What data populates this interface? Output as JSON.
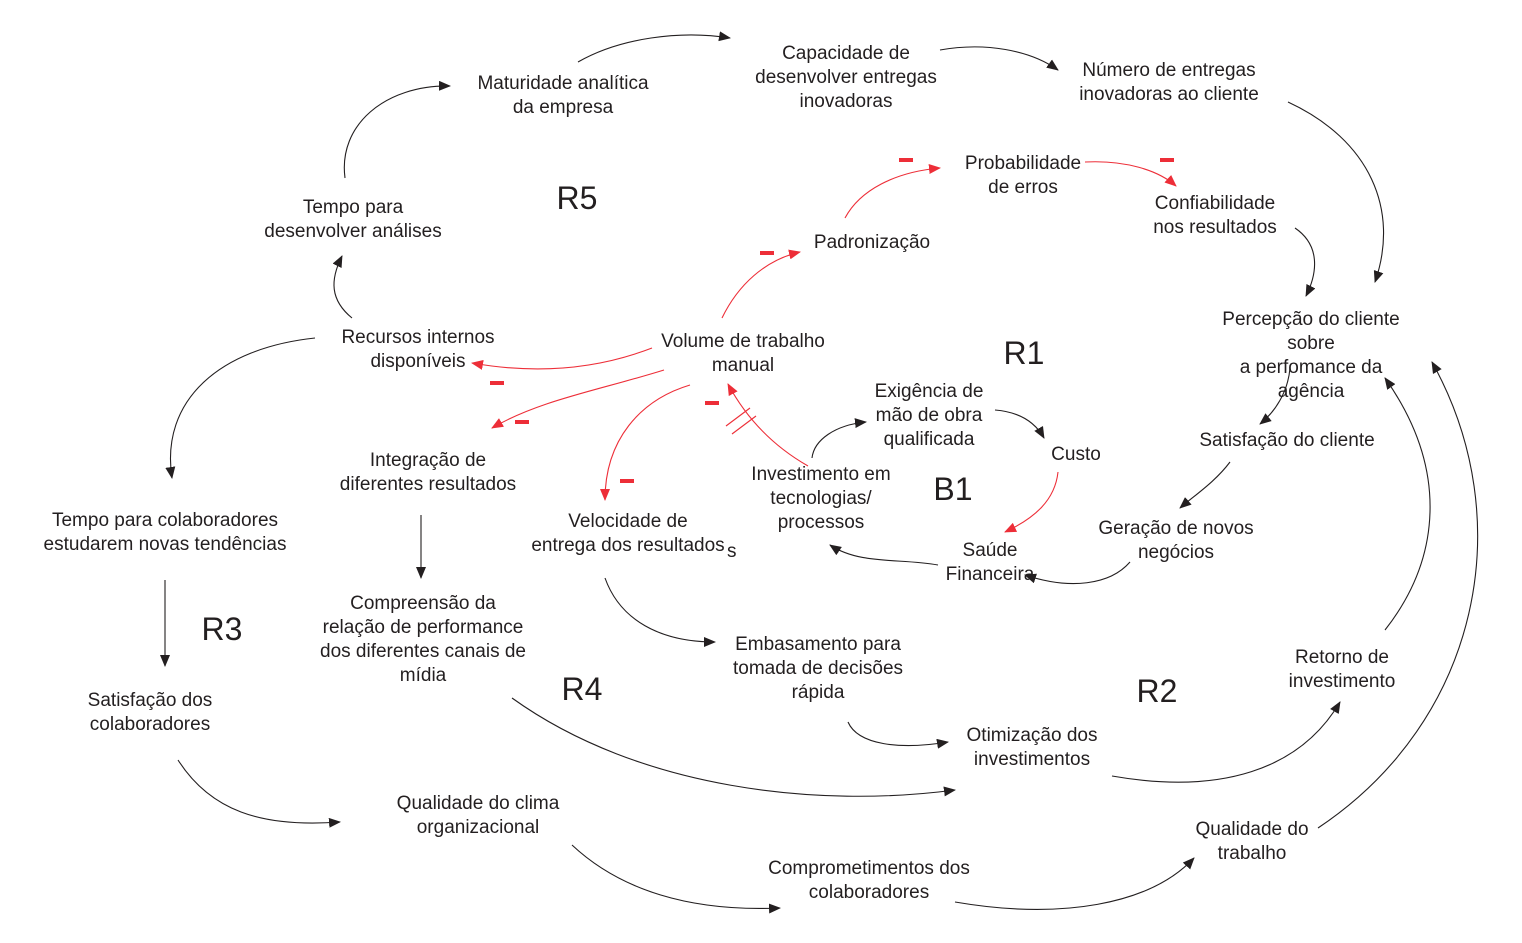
{
  "variables": {
    "maturidade": "Maturidade analítica\nda empresa",
    "capacidade": "Capacidade de\ndesenvolver entregas\ninovadoras",
    "numero_entregas": "Número de entregas\ninovadoras ao cliente",
    "tempo_analises": "Tempo para\ndesenvolver análises",
    "probabilidade_erros": "Probabilidade\nde erros",
    "confiabilidade": "Confiabilidade\nnos resultados",
    "padronizacao": "Padronização",
    "percepcao_cliente": "Percepção do cliente sobre\na perfomance da agência",
    "recursos_internos": "Recursos internos\ndisponíveis",
    "volume_trabalho": "Volume de trabalho\nmanual",
    "exigencia_mao_obra": "Exigência de\nmão de obra\nqualificada",
    "custo": "Custo",
    "satisfacao_cliente": "Satisfação do cliente",
    "integracao": "Integração de\ndiferentes resultados",
    "investimento_tecnologias": "Investimento em\ntecnologias/\nprocessos",
    "tempo_colaboradores": "Tempo para colaboradores\nestudarem novas tendências",
    "velocidade_entrega": "Velocidade de\nentrega dos resultados",
    "geracao_negocios": "Geração de novos\nnegócios",
    "saude_financeira": "Saúde\nFinanceira",
    "compreensao": "Compreensão da\nrelação de performance\ndos diferentes canais de\nmídia",
    "embasamento": "Embasamento para\ntomada de decisões\nrápida",
    "retorno_investimento": "Retorno de investimento",
    "satisfacao_colaboradores": "Satisfação dos\ncolaboradores",
    "otimizacao": "Otimização dos\ninvestimentos",
    "qualidade_clima": "Qualidade do clima\norganizacional",
    "qualidade_trabalho": "Qualidade do\ntrabalho",
    "comprometimentos": "Comprometimentos dos\ncolaboradores"
  },
  "stray_text": "s",
  "loops": {
    "r5": "R5",
    "r1": "R1",
    "b1": "B1",
    "r3": "R3",
    "r4": "R4",
    "r2": "R2"
  },
  "colors": {
    "text": "#231f20",
    "link": "#231f20",
    "negative_link": "#ed2e38",
    "background": "#ffffff"
  }
}
